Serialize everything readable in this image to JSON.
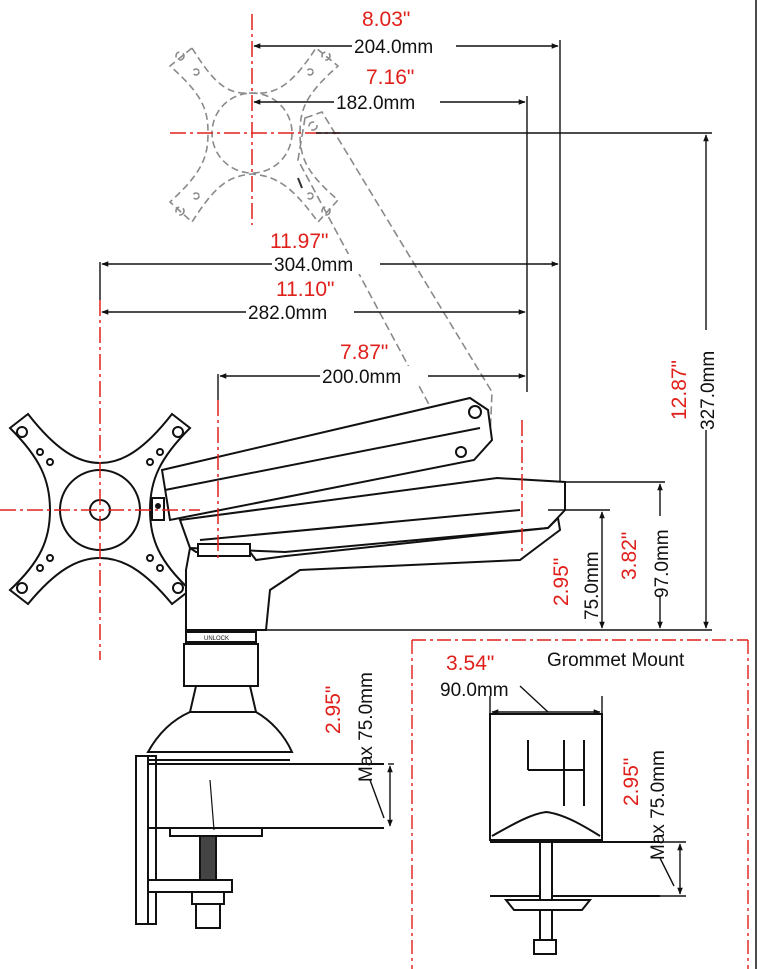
{
  "dimensions": {
    "top_width": {
      "inch": "8.03\"",
      "mm": "204.0mm"
    },
    "top_width_inner": {
      "inch": "7.16\"",
      "mm": "182.0mm"
    },
    "reach_max": {
      "inch": "11.97\"",
      "mm": "304.0mm"
    },
    "reach_inner": {
      "inch": "11.10\"",
      "mm": "282.0mm"
    },
    "reach_min": {
      "inch": "7.87\"",
      "mm": "200.0mm"
    },
    "height_total": {
      "inch": "12.87\"",
      "mm": "327.0mm"
    },
    "height_arm": {
      "inch": "3.82\"",
      "mm": "97.0mm"
    },
    "height_offset": {
      "inch": "2.95\"",
      "mm": "75.0mm"
    },
    "clamp_max": {
      "inch": "2.95\"",
      "mm": "Max 75.0mm"
    },
    "grommet_width": {
      "inch": "3.54\"",
      "mm": "90.0mm"
    },
    "grommet_max": {
      "inch": "2.95\"",
      "mm": "Max 75.0mm"
    }
  },
  "labels": {
    "grommet_title": "Grommet Mount",
    "unlock": "UNLOCK"
  },
  "colors": {
    "dimension_red": "#e0201b",
    "line_black": "#111111",
    "ghost_grey": "#8a8a8a"
  }
}
